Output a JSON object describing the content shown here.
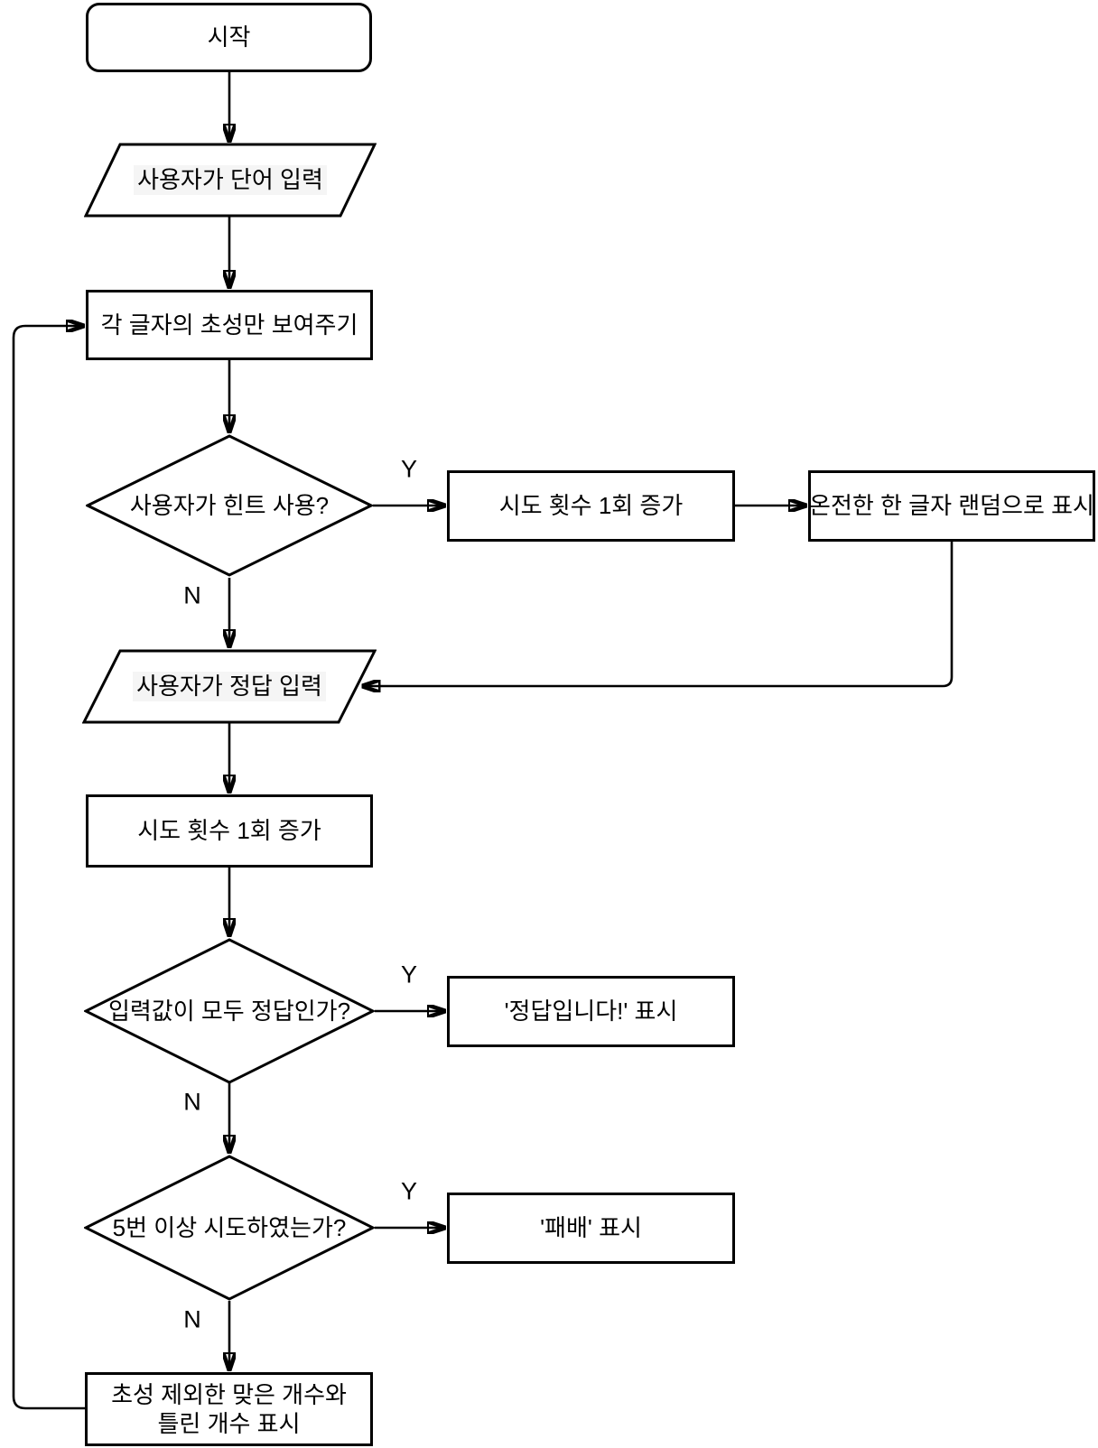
{
  "nodes": {
    "start": {
      "label": "시작"
    },
    "input_word": {
      "label": "사용자가 단어 입력"
    },
    "show_choseong": {
      "label": "각 글자의 초성만 보여주기"
    },
    "hint_used": {
      "label": "사용자가 힌트 사용?"
    },
    "attempts_inc_hint": {
      "label": "시도 횟수 1회 증가"
    },
    "reveal_letter": {
      "label": "온전한 한 글자 랜덤으로 표시"
    },
    "input_answer": {
      "label": "사용자가 정답 입력"
    },
    "attempts_inc": {
      "label": "시도 횟수 1회 증가"
    },
    "all_correct": {
      "label": "입력값이 모두 정답인가?"
    },
    "show_correct": {
      "label": "'정답입니다!' 표시"
    },
    "five_attempts": {
      "label": "5번 이상 시도하였는가?"
    },
    "show_defeat": {
      "label": "'패배' 표시"
    },
    "show_counts": {
      "label": "초성 제외한 맞은 개수와\n틀린 개수 표시"
    }
  },
  "branch_labels": {
    "yes": "Y",
    "no": "N"
  },
  "edges": [
    {
      "from": "start",
      "to": "input_word",
      "label": ""
    },
    {
      "from": "input_word",
      "to": "show_choseong",
      "label": ""
    },
    {
      "from": "show_choseong",
      "to": "hint_used",
      "label": ""
    },
    {
      "from": "hint_used",
      "to": "attempts_inc_hint",
      "label": "Y"
    },
    {
      "from": "attempts_inc_hint",
      "to": "reveal_letter",
      "label": ""
    },
    {
      "from": "reveal_letter",
      "to": "input_answer",
      "label": ""
    },
    {
      "from": "hint_used",
      "to": "input_answer",
      "label": "N"
    },
    {
      "from": "input_answer",
      "to": "attempts_inc",
      "label": ""
    },
    {
      "from": "attempts_inc",
      "to": "all_correct",
      "label": ""
    },
    {
      "from": "all_correct",
      "to": "show_correct",
      "label": "Y"
    },
    {
      "from": "all_correct",
      "to": "five_attempts",
      "label": "N"
    },
    {
      "from": "five_attempts",
      "to": "show_defeat",
      "label": "Y"
    },
    {
      "from": "five_attempts",
      "to": "show_counts",
      "label": "N"
    },
    {
      "from": "show_counts",
      "to": "show_choseong",
      "label": ""
    }
  ],
  "colors": {
    "stroke": "#000000",
    "fill": "#ffffff",
    "background": "#ffffff"
  }
}
